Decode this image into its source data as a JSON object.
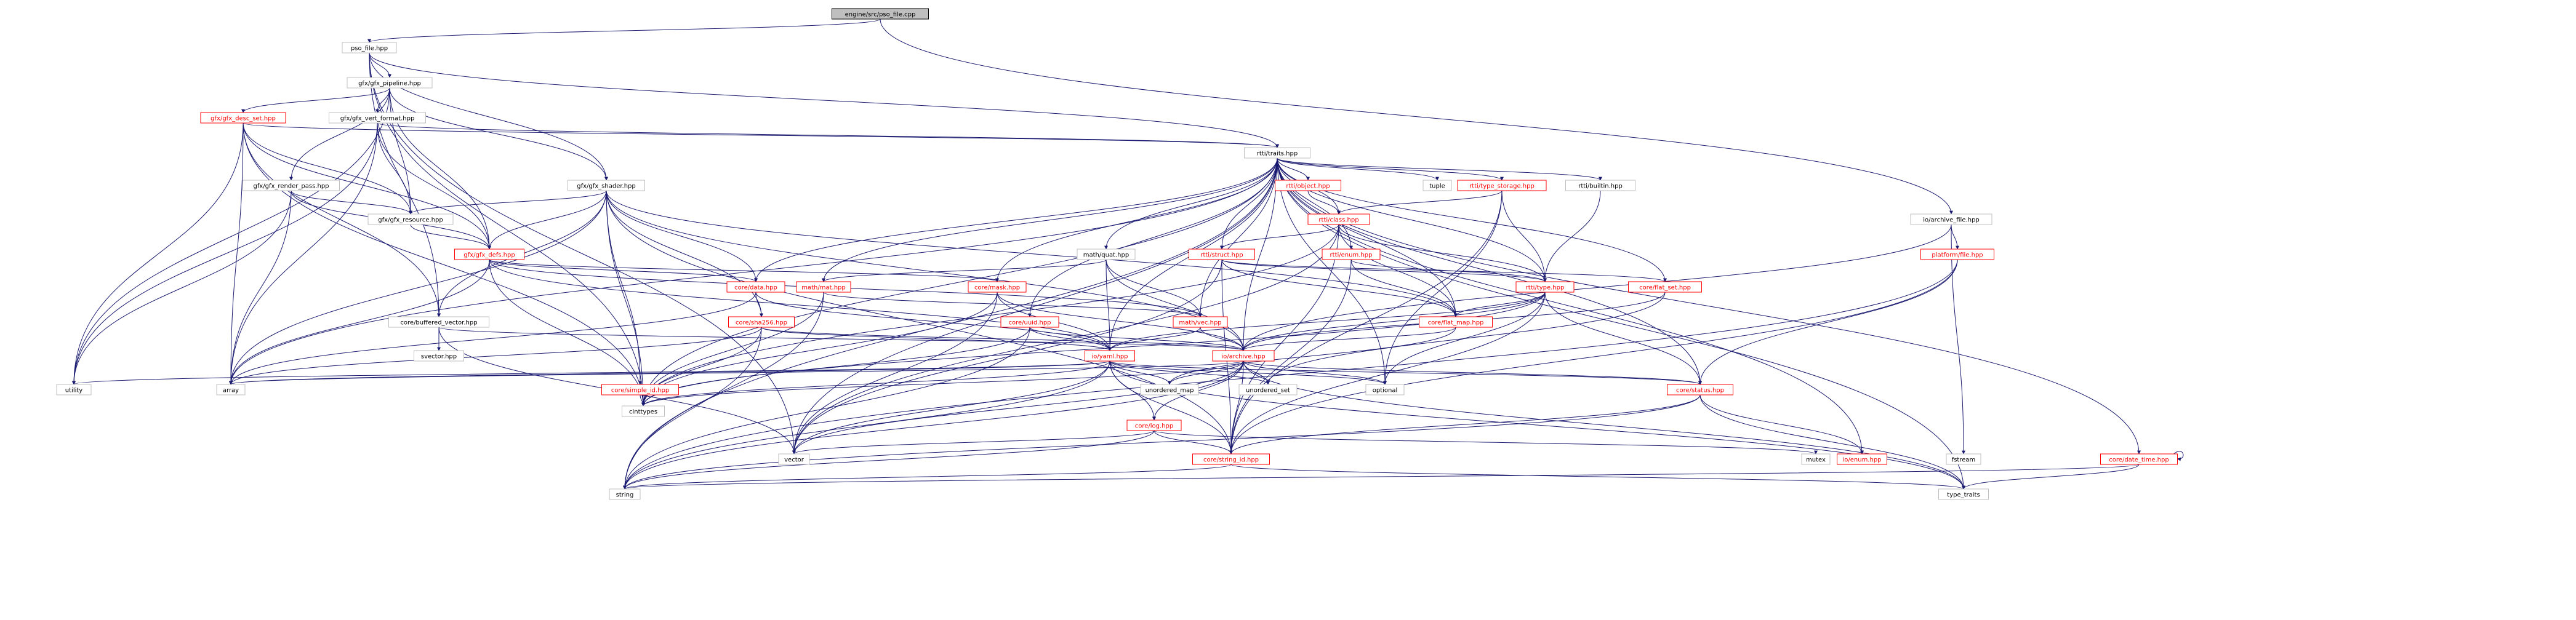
{
  "diagram": {
    "nodes": [
      {
        "id": "root",
        "label": "engine/src/pso_file.cpp",
        "style": "root"
      },
      {
        "id": "pso_file",
        "label": "pso_file.hpp",
        "style": "normal"
      },
      {
        "id": "gfx_pipeline",
        "label": "gfx/gfx_pipeline.hpp",
        "style": "normal"
      },
      {
        "id": "gfx_desc_set",
        "label": "gfx/gfx_desc_set.hpp",
        "style": "red"
      },
      {
        "id": "gfx_vert_format",
        "label": "gfx/gfx_vert_format.hpp",
        "style": "normal"
      },
      {
        "id": "rtti_traits",
        "label": "rtti/traits.hpp",
        "style": "normal"
      },
      {
        "id": "gfx_render_pass",
        "label": "gfx/gfx_render_pass.hpp",
        "style": "normal"
      },
      {
        "id": "gfx_shader",
        "label": "gfx/gfx_shader.hpp",
        "style": "normal"
      },
      {
        "id": "gfx_resource",
        "label": "gfx/gfx_resource.hpp",
        "style": "normal"
      },
      {
        "id": "gfx_defs",
        "label": "gfx/gfx_defs.hpp",
        "style": "red"
      },
      {
        "id": "rtti_object",
        "label": "rtti/object.hpp",
        "style": "red"
      },
      {
        "id": "rtti_type_storage",
        "label": "rtti/type_storage.hpp",
        "style": "red"
      },
      {
        "id": "tuple",
        "label": "tuple",
        "style": "normal"
      },
      {
        "id": "rtti_class",
        "label": "rtti/class.hpp",
        "style": "red"
      },
      {
        "id": "rtti_builtin",
        "label": "rtti/builtin.hpp",
        "style": "normal"
      },
      {
        "id": "io_archive_file",
        "label": "io/archive_file.hpp",
        "style": "normal"
      },
      {
        "id": "platform_file",
        "label": "platform/file.hpp",
        "style": "red"
      },
      {
        "id": "math_quat",
        "label": "math/quat.hpp",
        "style": "normal"
      },
      {
        "id": "rtti_struct",
        "label": "rtti/struct.hpp",
        "style": "red"
      },
      {
        "id": "rtti_enum",
        "label": "rtti/enum.hpp",
        "style": "red"
      },
      {
        "id": "rtti_type",
        "label": "rtti/type.hpp",
        "style": "red"
      },
      {
        "id": "core_flat_set",
        "label": "core/flat_set.hpp",
        "style": "red"
      },
      {
        "id": "math_mat",
        "label": "math/mat.hpp",
        "style": "red"
      },
      {
        "id": "core_mask",
        "label": "core/mask.hpp",
        "style": "red"
      },
      {
        "id": "core_data",
        "label": "core/data.hpp",
        "style": "red"
      },
      {
        "id": "math_vec",
        "label": "math/vec.hpp",
        "style": "red"
      },
      {
        "id": "core_flat_map",
        "label": "core/flat_map.hpp",
        "style": "red"
      },
      {
        "id": "core_buffered_vector",
        "label": "core/buffered_vector.hpp",
        "style": "normal"
      },
      {
        "id": "core_sha256",
        "label": "core/sha256.hpp",
        "style": "red"
      },
      {
        "id": "core_uuid",
        "label": "core/uuid.hpp",
        "style": "red"
      },
      {
        "id": "io_yaml",
        "label": "io/yaml.hpp",
        "style": "red"
      },
      {
        "id": "io_archive",
        "label": "io/archive.hpp",
        "style": "red"
      },
      {
        "id": "svector",
        "label": "svector.hpp",
        "style": "normal"
      },
      {
        "id": "core_simple_id",
        "label": "core/simple_id.hpp",
        "style": "red"
      },
      {
        "id": "utility",
        "label": "utility",
        "style": "normal"
      },
      {
        "id": "array",
        "label": "array",
        "style": "normal"
      },
      {
        "id": "cinttypes",
        "label": "cinttypes",
        "style": "normal"
      },
      {
        "id": "unordered_map",
        "label": "unordered_map",
        "style": "normal"
      },
      {
        "id": "unordered_set",
        "label": "unordered_set",
        "style": "normal"
      },
      {
        "id": "optional",
        "label": "optional",
        "style": "normal"
      },
      {
        "id": "core_status",
        "label": "core/status.hpp",
        "style": "red"
      },
      {
        "id": "core_log",
        "label": "core/log.hpp",
        "style": "red"
      },
      {
        "id": "vector",
        "label": "vector",
        "style": "normal"
      },
      {
        "id": "core_string_id",
        "label": "core/string_id.hpp",
        "style": "red"
      },
      {
        "id": "mutex",
        "label": "mutex",
        "style": "normal"
      },
      {
        "id": "fstream",
        "label": "fstream",
        "style": "normal"
      },
      {
        "id": "io_enum",
        "label": "io/enum.hpp",
        "style": "red"
      },
      {
        "id": "core_date_time",
        "label": "core/date_time.hpp",
        "style": "red"
      },
      {
        "id": "string",
        "label": "string",
        "style": "normal"
      },
      {
        "id": "type_traits",
        "label": "type_traits",
        "style": "normal"
      }
    ],
    "edges": [
      [
        "root",
        "pso_file"
      ],
      [
        "root",
        "io_archive_file"
      ],
      [
        "pso_file",
        "gfx_pipeline"
      ],
      [
        "pso_file",
        "gfx_shader"
      ],
      [
        "pso_file",
        "rtti_traits"
      ],
      [
        "pso_file",
        "core_buffered_vector"
      ],
      [
        "pso_file",
        "cinttypes"
      ],
      [
        "pso_file",
        "vector"
      ],
      [
        "gfx_pipeline",
        "gfx_desc_set"
      ],
      [
        "gfx_pipeline",
        "gfx_vert_format"
      ],
      [
        "gfx_pipeline",
        "gfx_render_pass"
      ],
      [
        "gfx_pipeline",
        "gfx_shader"
      ],
      [
        "gfx_pipeline",
        "gfx_resource"
      ],
      [
        "gfx_pipeline",
        "gfx_defs"
      ],
      [
        "gfx_pipeline",
        "utility"
      ],
      [
        "gfx_desc_set",
        "rtti_traits"
      ],
      [
        "gfx_desc_set",
        "gfx_resource"
      ],
      [
        "gfx_desc_set",
        "gfx_defs"
      ],
      [
        "gfx_desc_set",
        "core_buffered_vector"
      ],
      [
        "gfx_desc_set",
        "array"
      ],
      [
        "gfx_desc_set",
        "utility"
      ],
      [
        "gfx_desc_set",
        "cinttypes"
      ],
      [
        "gfx_vert_format",
        "rtti_traits"
      ],
      [
        "gfx_vert_format",
        "gfx_resource"
      ],
      [
        "gfx_vert_format",
        "gfx_defs"
      ],
      [
        "gfx_vert_format",
        "utility"
      ],
      [
        "gfx_vert_format",
        "array"
      ],
      [
        "gfx_render_pass",
        "gfx_resource"
      ],
      [
        "gfx_render_pass",
        "gfx_defs"
      ],
      [
        "gfx_render_pass",
        "array"
      ],
      [
        "gfx_render_pass",
        "utility"
      ],
      [
        "gfx_shader",
        "gfx_resource"
      ],
      [
        "gfx_shader",
        "gfx_defs"
      ],
      [
        "gfx_shader",
        "core_data"
      ],
      [
        "gfx_shader",
        "core_sha256"
      ],
      [
        "gfx_shader",
        "core_simple_id"
      ],
      [
        "gfx_shader",
        "core_buffered_vector"
      ],
      [
        "gfx_shader",
        "core_flat_map"
      ],
      [
        "gfx_shader",
        "io_archive"
      ],
      [
        "gfx_shader",
        "cinttypes"
      ],
      [
        "gfx_shader",
        "array"
      ],
      [
        "gfx_shader",
        "core_string_id"
      ],
      [
        "gfx_resource",
        "gfx_defs"
      ],
      [
        "gfx_defs",
        "core_mask"
      ],
      [
        "gfx_defs",
        "math_vec"
      ],
      [
        "gfx_defs",
        "io_yaml"
      ],
      [
        "gfx_defs",
        "array"
      ],
      [
        "gfx_defs",
        "cinttypes"
      ],
      [
        "gfx_defs",
        "core_data"
      ],
      [
        "rtti_traits",
        "rtti_object"
      ],
      [
        "rtti_traits",
        "rtti_type_storage"
      ],
      [
        "rtti_traits",
        "tuple"
      ],
      [
        "rtti_traits",
        "rtti_builtin"
      ],
      [
        "rtti_traits",
        "rtti_class"
      ],
      [
        "rtti_traits",
        "rtti_struct"
      ],
      [
        "rtti_traits",
        "rtti_enum"
      ],
      [
        "rtti_traits",
        "rtti_type"
      ],
      [
        "rtti_traits",
        "core_flat_set"
      ],
      [
        "rtti_traits",
        "core_flat_map"
      ],
      [
        "rtti_traits",
        "math_quat"
      ],
      [
        "rtti_traits",
        "math_mat"
      ],
      [
        "rtti_traits",
        "core_mask"
      ],
      [
        "rtti_traits",
        "core_data"
      ],
      [
        "rtti_traits",
        "core_uuid"
      ],
      [
        "rtti_traits",
        "io_yaml"
      ],
      [
        "rtti_traits",
        "io_archive"
      ],
      [
        "rtti_traits",
        "core_status"
      ],
      [
        "rtti_traits",
        "io_enum"
      ],
      [
        "rtti_traits",
        "core_date_time"
      ],
      [
        "rtti_traits",
        "string"
      ],
      [
        "rtti_traits",
        "vector"
      ],
      [
        "rtti_traits",
        "cinttypes"
      ],
      [
        "rtti_traits",
        "optional"
      ],
      [
        "rtti_traits",
        "type_traits"
      ],
      [
        "rtti_traits",
        "array"
      ],
      [
        "rtti_traits",
        "math_vec"
      ],
      [
        "rtti_object",
        "rtti_class"
      ],
      [
        "rtti_type_storage",
        "rtti_class"
      ],
      [
        "rtti_type_storage",
        "rtti_type"
      ],
      [
        "rtti_type_storage",
        "core_string_id"
      ],
      [
        "rtti_type_storage",
        "optional"
      ],
      [
        "rtti_class",
        "rtti_struct"
      ],
      [
        "rtti_class",
        "rtti_type"
      ],
      [
        "rtti_class",
        "core_flat_map"
      ],
      [
        "rtti_class",
        "core_string_id"
      ],
      [
        "rtti_class",
        "vector"
      ],
      [
        "rtti_class",
        "cinttypes"
      ],
      [
        "rtti_builtin",
        "rtti_type"
      ],
      [
        "rtti_struct",
        "rtti_type"
      ],
      [
        "rtti_struct",
        "core_flat_set"
      ],
      [
        "rtti_struct",
        "core_flat_map"
      ],
      [
        "rtti_struct",
        "core_string_id"
      ],
      [
        "rtti_struct",
        "vector"
      ],
      [
        "rtti_enum",
        "rtti_type"
      ],
      [
        "rtti_enum",
        "core_string_id"
      ],
      [
        "rtti_enum",
        "core_flat_map"
      ],
      [
        "rtti_type",
        "core_flat_map"
      ],
      [
        "rtti_type",
        "io_yaml"
      ],
      [
        "rtti_type",
        "io_archive"
      ],
      [
        "rtti_type",
        "core_status"
      ],
      [
        "rtti_type",
        "core_string_id"
      ],
      [
        "rtti_type",
        "optional"
      ],
      [
        "rtti_type",
        "cinttypes"
      ],
      [
        "core_flat_set",
        "io_archive"
      ],
      [
        "core_flat_set",
        "unordered_set"
      ],
      [
        "io_archive_file",
        "platform_file"
      ],
      [
        "io_archive_file",
        "io_archive"
      ],
      [
        "io_archive_file",
        "fstream"
      ],
      [
        "platform_file",
        "core_status"
      ],
      [
        "platform_file",
        "core_string_id"
      ],
      [
        "platform_file",
        "string"
      ],
      [
        "math_quat",
        "math_vec"
      ],
      [
        "math_quat",
        "io_yaml"
      ],
      [
        "math_quat",
        "io_archive"
      ],
      [
        "math_quat",
        "math_mat"
      ],
      [
        "math_mat",
        "math_vec"
      ],
      [
        "math_mat",
        "string"
      ],
      [
        "math_mat",
        "cinttypes"
      ],
      [
        "core_mask",
        "io_yaml"
      ],
      [
        "core_mask",
        "io_archive"
      ],
      [
        "core_mask",
        "vector"
      ],
      [
        "core_mask",
        "cinttypes"
      ],
      [
        "core_data",
        "core_sha256"
      ],
      [
        "core_data",
        "io_yaml"
      ],
      [
        "core_data",
        "array"
      ],
      [
        "math_vec",
        "io_yaml"
      ],
      [
        "math_vec",
        "io_archive"
      ],
      [
        "core_flat_map",
        "io_archive"
      ],
      [
        "core_flat_map",
        "unordered_map"
      ],
      [
        "core_buffered_vector",
        "svector"
      ],
      [
        "core_buffered_vector",
        "vector"
      ],
      [
        "core_buffered_vector",
        "io_archive"
      ],
      [
        "core_sha256",
        "io_yaml"
      ],
      [
        "core_sha256",
        "io_archive"
      ],
      [
        "core_sha256",
        "array"
      ],
      [
        "core_sha256",
        "string"
      ],
      [
        "core_sha256",
        "cinttypes"
      ],
      [
        "core_uuid",
        "io_yaml"
      ],
      [
        "core_uuid",
        "io_archive"
      ],
      [
        "core_uuid",
        "string"
      ],
      [
        "core_uuid",
        "cinttypes"
      ],
      [
        "io_yaml",
        "array"
      ],
      [
        "io_yaml",
        "utility"
      ],
      [
        "io_yaml",
        "cinttypes"
      ],
      [
        "io_yaml",
        "unordered_map"
      ],
      [
        "io_yaml",
        "unordered_set"
      ],
      [
        "io_yaml",
        "optional"
      ],
      [
        "io_yaml",
        "core_status"
      ],
      [
        "io_yaml",
        "core_log"
      ],
      [
        "io_yaml",
        "vector"
      ],
      [
        "io_yaml",
        "core_string_id"
      ],
      [
        "io_yaml",
        "string"
      ],
      [
        "io_yaml",
        "type_traits"
      ],
      [
        "io_archive",
        "array"
      ],
      [
        "io_archive",
        "cinttypes"
      ],
      [
        "io_archive",
        "unordered_map"
      ],
      [
        "io_archive",
        "unordered_set"
      ],
      [
        "io_archive",
        "optional"
      ],
      [
        "io_archive",
        "core_status"
      ],
      [
        "io_archive",
        "core_log"
      ],
      [
        "io_archive",
        "vector"
      ],
      [
        "io_archive",
        "core_string_id"
      ],
      [
        "io_archive",
        "string"
      ],
      [
        "io_archive",
        "type_traits"
      ],
      [
        "core_simple_id",
        "cinttypes"
      ],
      [
        "core_log",
        "core_string_id"
      ],
      [
        "core_log",
        "mutex"
      ],
      [
        "core_log",
        "vector"
      ],
      [
        "core_log",
        "string"
      ],
      [
        "core_status",
        "core_string_id"
      ],
      [
        "core_status",
        "io_enum"
      ],
      [
        "core_status",
        "type_traits"
      ],
      [
        "core_status",
        "string"
      ],
      [
        "core_string_id",
        "string"
      ],
      [
        "core_string_id",
        "type_traits"
      ],
      [
        "core_date_time",
        "core_date_time"
      ],
      [
        "core_date_time",
        "string"
      ],
      [
        "core_date_time",
        "type_traits"
      ]
    ]
  }
}
